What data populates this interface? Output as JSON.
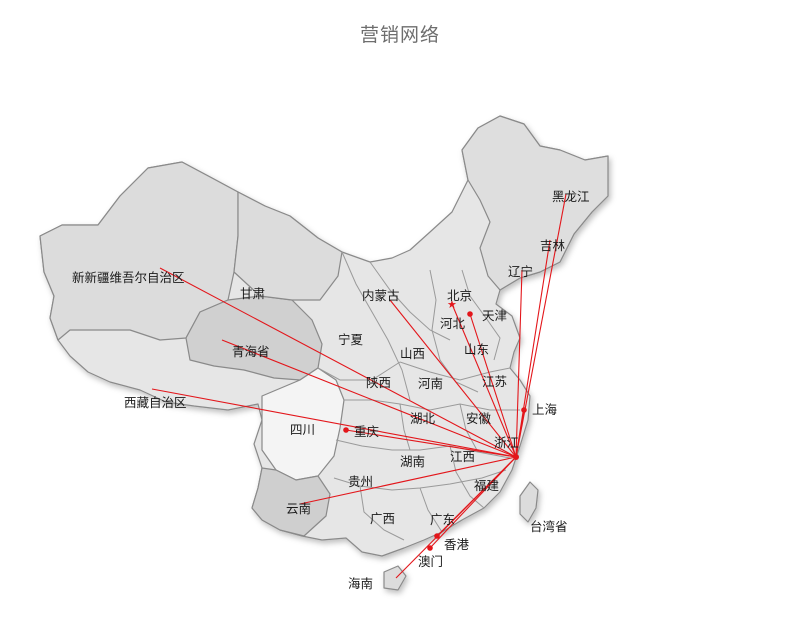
{
  "title": "营销网络",
  "colors": {
    "route": "#e3161b",
    "land_light": "#ececec",
    "land_mid": "#dcdcdc",
    "land_dark": "#c9c9c9",
    "border": "#8a8a8a"
  },
  "hub": "浙江",
  "regions": [
    {
      "id": "xinjiang",
      "name": "新新疆维吾尔自治区",
      "route": true
    },
    {
      "id": "gansu",
      "name": "甘肃",
      "route": false
    },
    {
      "id": "neimenggu",
      "name": "内蒙古",
      "route": true
    },
    {
      "id": "beijing",
      "name": "北京",
      "route": true,
      "marker": "star"
    },
    {
      "id": "tianjin",
      "name": "天津",
      "route": true,
      "marker": "dot"
    },
    {
      "id": "hebei",
      "name": "河北",
      "route": false
    },
    {
      "id": "heilongjiang",
      "name": "黑龙江",
      "route": true
    },
    {
      "id": "jilin",
      "name": "吉林",
      "route": true
    },
    {
      "id": "liaoning",
      "name": "辽宁",
      "route": true
    },
    {
      "id": "qinghai",
      "name": "青海省",
      "route": true
    },
    {
      "id": "ningxia",
      "name": "宁夏",
      "route": false
    },
    {
      "id": "shanxi",
      "name": "山西",
      "route": false
    },
    {
      "id": "shandong",
      "name": "山东",
      "route": false
    },
    {
      "id": "xizang",
      "name": "西藏自治区",
      "route": true
    },
    {
      "id": "shaanxi",
      "name": "陕西",
      "route": false
    },
    {
      "id": "henan",
      "name": "河南",
      "route": false
    },
    {
      "id": "jiangsu",
      "name": "江苏",
      "route": false
    },
    {
      "id": "shanghai",
      "name": "上海",
      "route": true,
      "marker": "dot"
    },
    {
      "id": "sichuan",
      "name": "四川",
      "route": false
    },
    {
      "id": "chongqing",
      "name": "重庆",
      "route": true,
      "marker": "dot"
    },
    {
      "id": "hubei",
      "name": "湖北",
      "route": false
    },
    {
      "id": "anhui",
      "name": "安徽",
      "route": false
    },
    {
      "id": "zhejiang",
      "name": "浙江",
      "route": false
    },
    {
      "id": "hunan",
      "name": "湖南",
      "route": false
    },
    {
      "id": "jiangxi",
      "name": "江西",
      "route": false
    },
    {
      "id": "guizhou",
      "name": "贵州",
      "route": false
    },
    {
      "id": "fujian",
      "name": "福建",
      "route": false
    },
    {
      "id": "yunnan",
      "name": "云南",
      "route": true
    },
    {
      "id": "guangxi",
      "name": "广西",
      "route": false
    },
    {
      "id": "guangdong",
      "name": "广东",
      "route": false
    },
    {
      "id": "taiwan",
      "name": "台湾省",
      "route": false
    },
    {
      "id": "xianggang",
      "name": "香港",
      "route": true,
      "marker": "dot"
    },
    {
      "id": "aomen",
      "name": "澳门",
      "route": true,
      "marker": "dot"
    },
    {
      "id": "hainan",
      "name": "海南",
      "route": true
    }
  ]
}
